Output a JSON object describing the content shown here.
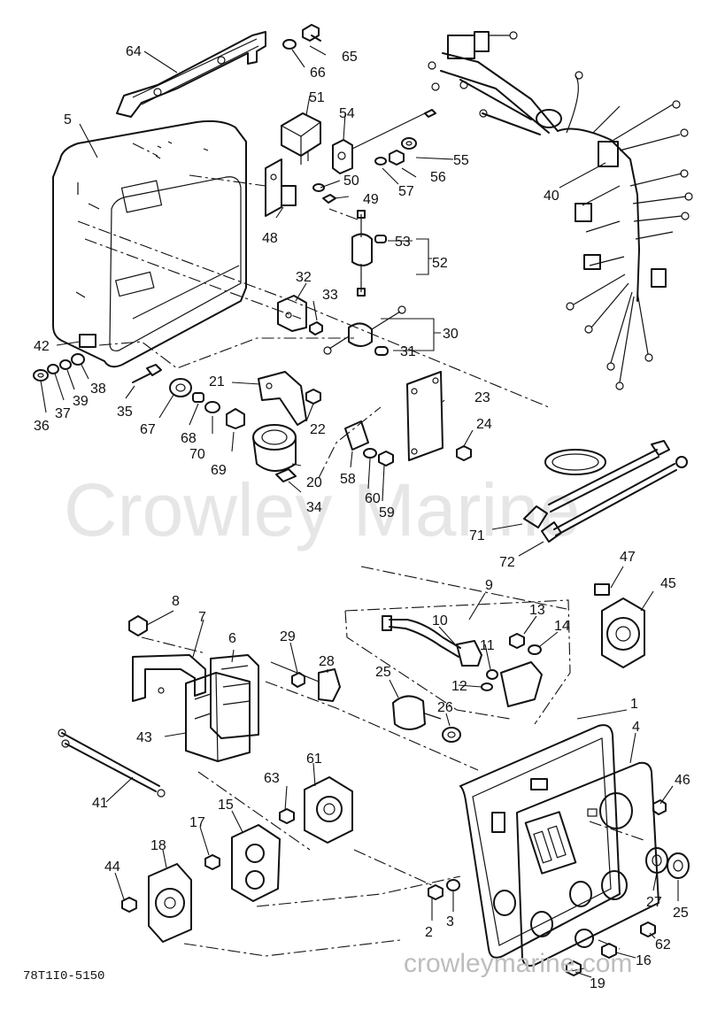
{
  "diagram_code": "78T1I0-5150",
  "watermark": "Crowley Marine",
  "website": "crowleymarine.com",
  "callouts": [
    {
      "id": "c64",
      "label": "64"
    },
    {
      "id": "c65",
      "label": "65"
    },
    {
      "id": "c66",
      "label": "66"
    },
    {
      "id": "c51",
      "label": "51"
    },
    {
      "id": "c54",
      "label": "54"
    },
    {
      "id": "c5",
      "label": "5"
    },
    {
      "id": "c55",
      "label": "55"
    },
    {
      "id": "c56",
      "label": "56"
    },
    {
      "id": "c57",
      "label": "57"
    },
    {
      "id": "c50",
      "label": "50"
    },
    {
      "id": "c49",
      "label": "49"
    },
    {
      "id": "c48",
      "label": "48"
    },
    {
      "id": "c40",
      "label": "40"
    },
    {
      "id": "c53",
      "label": "53"
    },
    {
      "id": "c52",
      "label": "52"
    },
    {
      "id": "c32",
      "label": "32"
    },
    {
      "id": "c33",
      "label": "33"
    },
    {
      "id": "c30",
      "label": "30"
    },
    {
      "id": "c31",
      "label": "31"
    },
    {
      "id": "c42",
      "label": "42"
    },
    {
      "id": "c38",
      "label": "38"
    },
    {
      "id": "c39",
      "label": "39"
    },
    {
      "id": "c37",
      "label": "37"
    },
    {
      "id": "c36",
      "label": "36"
    },
    {
      "id": "c35",
      "label": "35"
    },
    {
      "id": "c21",
      "label": "21"
    },
    {
      "id": "c23",
      "label": "23"
    },
    {
      "id": "c67",
      "label": "67"
    },
    {
      "id": "c68",
      "label": "68"
    },
    {
      "id": "c22",
      "label": "22"
    },
    {
      "id": "c70",
      "label": "70"
    },
    {
      "id": "c69",
      "label": "69"
    },
    {
      "id": "c24",
      "label": "24"
    },
    {
      "id": "c20",
      "label": "20"
    },
    {
      "id": "c58",
      "label": "58"
    },
    {
      "id": "c34",
      "label": "34"
    },
    {
      "id": "c60",
      "label": "60"
    },
    {
      "id": "c59",
      "label": "59"
    },
    {
      "id": "c71",
      "label": "71"
    },
    {
      "id": "c72",
      "label": "72"
    },
    {
      "id": "c9",
      "label": "9"
    },
    {
      "id": "c47",
      "label": "47"
    },
    {
      "id": "c45",
      "label": "45"
    },
    {
      "id": "c8",
      "label": "8"
    },
    {
      "id": "c7",
      "label": "7"
    },
    {
      "id": "c10",
      "label": "10"
    },
    {
      "id": "c13",
      "label": "13"
    },
    {
      "id": "c14",
      "label": "14"
    },
    {
      "id": "c6",
      "label": "6"
    },
    {
      "id": "c29",
      "label": "29"
    },
    {
      "id": "c28",
      "label": "28"
    },
    {
      "id": "c11",
      "label": "11"
    },
    {
      "id": "c25a",
      "label": "25"
    },
    {
      "id": "c12",
      "label": "12"
    },
    {
      "id": "c26",
      "label": "26"
    },
    {
      "id": "c1",
      "label": "1"
    },
    {
      "id": "c4",
      "label": "4"
    },
    {
      "id": "c43",
      "label": "43"
    },
    {
      "id": "c61",
      "label": "61"
    },
    {
      "id": "c63",
      "label": "63"
    },
    {
      "id": "c46",
      "label": "46"
    },
    {
      "id": "c41",
      "label": "41"
    },
    {
      "id": "c15",
      "label": "15"
    },
    {
      "id": "c17",
      "label": "17"
    },
    {
      "id": "c18",
      "label": "18"
    },
    {
      "id": "c44",
      "label": "44"
    },
    {
      "id": "c27",
      "label": "27"
    },
    {
      "id": "c25b",
      "label": "25"
    },
    {
      "id": "c2",
      "label": "2"
    },
    {
      "id": "c3",
      "label": "3"
    },
    {
      "id": "c62",
      "label": "62"
    },
    {
      "id": "c16",
      "label": "16"
    },
    {
      "id": "c19",
      "label": "19"
    }
  ]
}
